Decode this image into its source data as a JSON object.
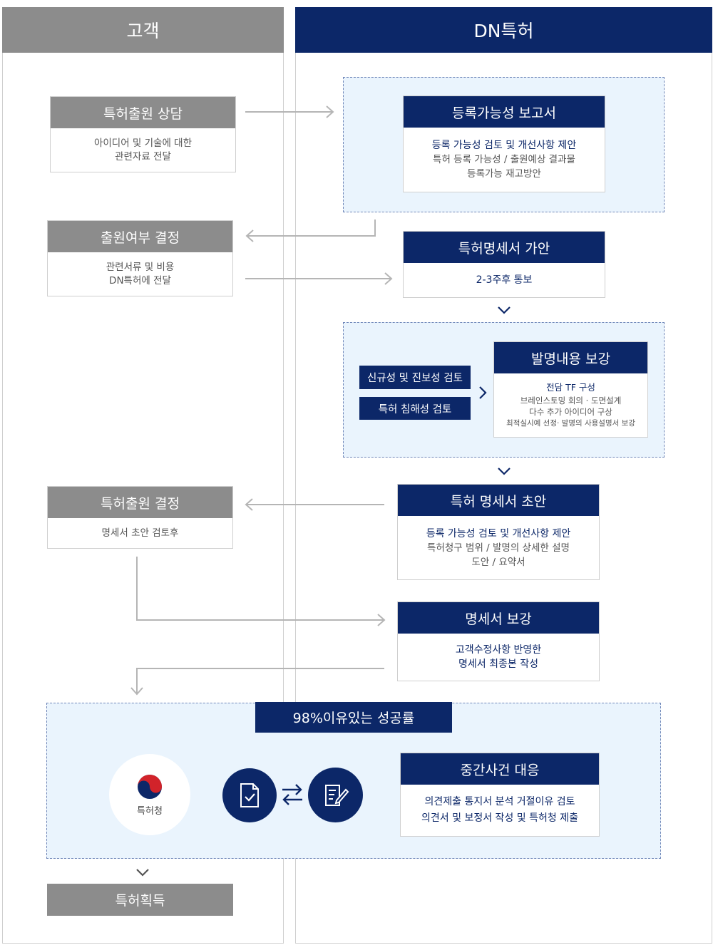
{
  "columns": {
    "customer": "고객",
    "company": "DN특허"
  },
  "customer_steps": {
    "consult": {
      "title": "특허출원 상담",
      "lines": [
        "아이디어 및 기술에 대한",
        "관련자료 전달"
      ]
    },
    "decision": {
      "title": "출원여부 결정",
      "lines": [
        "관련서류 및 비용",
        "DN특허에 전달"
      ]
    },
    "filing": {
      "title": "특허출원 결정",
      "lines": [
        "명세서 초안 검토후"
      ]
    },
    "acquire": {
      "title": "특허획득"
    }
  },
  "company_steps": {
    "report": {
      "title": "등록가능성 보고서",
      "emphasis": "등록 가능성 검토 및 개선사항 제안",
      "lines": [
        "특허 등록 가능성 / 출원예상 결과물",
        "등록가능 재고방안"
      ]
    },
    "draft_plan": {
      "title": "특허명세서 가안",
      "emphasis": "2-3주후 통보"
    },
    "review_tags": [
      "신규성 및 진보성 검토",
      "특허 침해성 검토"
    ],
    "invention": {
      "title": "발명내용 보강",
      "emphasis": "전담 TF 구성",
      "lines": [
        "브레인스토밍 회의 · 도면설계",
        "다수 추가 아이디어 구상",
        "최적실시예 선정· 발명의 사용설명서 보강"
      ]
    },
    "spec_draft": {
      "title": "특허 명세서 초안",
      "emphasis": "등록 가능성 검토 및 개선사항 제안",
      "lines": [
        "특허청구 범위 / 발명의 상세한 설명",
        "도안 / 요약서"
      ]
    },
    "spec_reinforce": {
      "title": "명세서 보강",
      "emphasis_lines": [
        "고객수정사항 반영한",
        "명세서 최종본 작성"
      ]
    }
  },
  "success_section": {
    "banner": "98%이유있는 성공률",
    "kipo_label": "특허청",
    "response": {
      "title": "중간사건 대응",
      "lines": [
        "의견제출 통지서 분석 거절이유 검토",
        "의견서 및 보정서 작성 및 특허청 제출"
      ]
    }
  },
  "icons": [
    "document-check-icon",
    "swap-arrows-icon",
    "document-edit-icon",
    "kipo-emblem-icon",
    "chevron-down-icon",
    "chevron-right-icon",
    "arrow-right-icon",
    "arrow-left-icon"
  ],
  "colors": {
    "navy": "#0c2768",
    "gray": "#8c8c8c",
    "light_blue": "#eaf4fd",
    "line": "#b5b5b5"
  }
}
